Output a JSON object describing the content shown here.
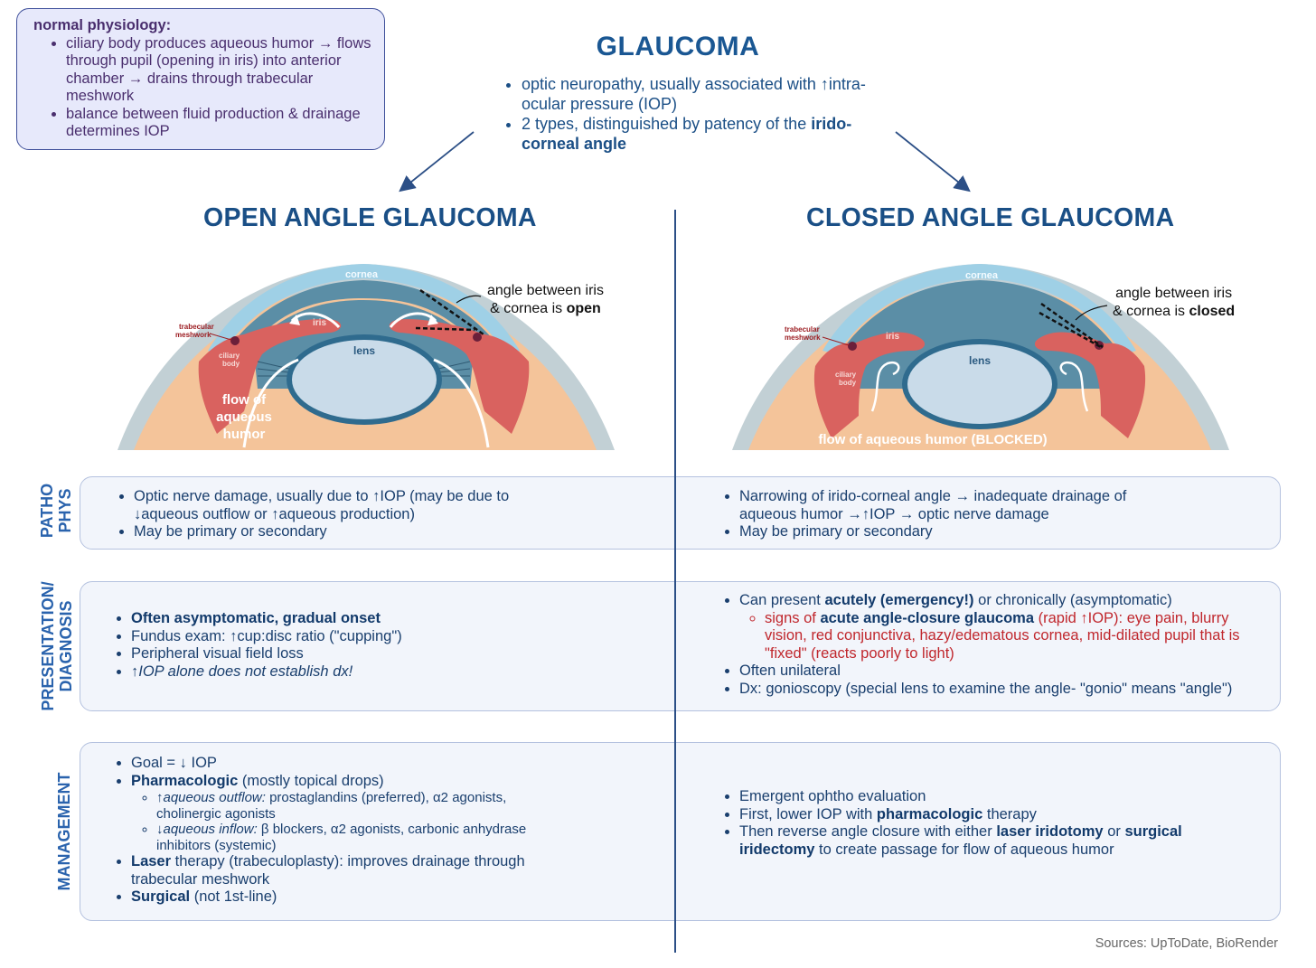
{
  "normal_physiology": {
    "title": "normal physiology:",
    "items": [
      "ciliary body produces aqueous humor → flows through pupil (opening in iris) into anterior chamber → drains through trabecular meshwork",
      "balance between fluid production & drainage determines IOP"
    ]
  },
  "header": {
    "title": "GLAUCOMA",
    "item1": "optic neuropathy, usually associated with ↑intra-ocular pressure (IOP)",
    "item2_prefix": "2 types, distinguished by patency of the ",
    "item2_bold": "irido-corneal angle"
  },
  "open": {
    "title": "OPEN ANGLE GLAUCOMA",
    "diagram": {
      "cornea": "cornea",
      "iris": "iris",
      "lens": "lens",
      "trabecular1": "trabecular",
      "trabecular2": "meshwork",
      "ciliary1": "ciliary",
      "ciliary2": "body",
      "flow1": "flow of",
      "flow2": "aqueous",
      "flow3": "humor",
      "angle_line1": "angle between iris",
      "angle_line2_prefix": "& cornea is ",
      "angle_line2_bold": "open"
    },
    "pathophys": [
      "Optic nerve damage, usually due to ↑IOP (may be due to ↓aqueous outflow or ↑aqueous production)",
      "May be primary or secondary"
    ],
    "presentation": {
      "item1": "Often asymptomatic, gradual onset",
      "item2": "Fundus exam: ↑cup:disc ratio (\"cupping\")",
      "item3": "Peripheral visual field loss",
      "item4": "↑IOP alone does not establish dx!"
    },
    "management": {
      "goal": "Goal = ↓ IOP",
      "pharm_bold": "Pharmacologic",
      "pharm_rest": " (mostly topical drops)",
      "sub1_italic": "↑aqueous outflow:",
      "sub1_rest": " prostaglandins (preferred), α2 agonists, cholinergic agonists",
      "sub2_italic": "↓aqueous inflow:",
      "sub2_rest": " β blockers, α2 agonists, carbonic anhydrase inhibitors (systemic)",
      "laser_bold": "Laser",
      "laser_rest": " therapy (trabeculoplasty): improves drainage through trabecular meshwork",
      "surgical_bold": "Surgical",
      "surgical_rest": " (not 1st-line)"
    }
  },
  "closed": {
    "title": "CLOSED ANGLE GLAUCOMA",
    "diagram": {
      "cornea": "cornea",
      "iris": "iris",
      "lens": "lens",
      "trabecular1": "trabecular",
      "trabecular2": "meshwork",
      "ciliary1": "ciliary",
      "ciliary2": "body",
      "flow": "flow of aqueous humor (BLOCKED)",
      "angle_line1": "angle between iris",
      "angle_line2_prefix": "& cornea is ",
      "angle_line2_bold": "closed"
    },
    "pathophys": [
      "Narrowing of irido-corneal angle → inadequate drainage of aqueous humor →↑IOP → optic nerve damage",
      "May be primary or secondary"
    ],
    "presentation": {
      "item1_prefix": "Can present ",
      "item1_bold": "acutely (emergency!)",
      "item1_rest": " or chronically (asymptomatic)",
      "sub_prefix": "signs of ",
      "sub_bold": "acute angle-closure glaucoma",
      "sub_rest": " (rapid ↑IOP): eye pain, blurry vision, red conjunctiva, hazy/edematous cornea, mid-dilated pupil that is \"fixed\" (reacts poorly to light)",
      "item2": "Often unilateral",
      "item3": "Dx: gonioscopy (special lens to examine the angle- \"gonio\" means \"angle\")"
    },
    "management": {
      "item1": "Emergent ophtho evaluation",
      "item2_prefix": "First, lower IOP with ",
      "item2_bold": "pharmacologic",
      "item2_rest": " therapy",
      "item3_prefix": "Then reverse angle closure with either ",
      "item3_bold1": "laser iridotomy",
      "item3_mid": " or ",
      "item3_bold2": "surgical iridectomy",
      "item3_rest": " to create passage for flow of aqueous humor"
    }
  },
  "row_labels": {
    "patho1": "PATHO",
    "patho2": "PHYS",
    "pres1": "PRESENTATION/",
    "pres2": "DIAGNOSIS",
    "mgmt": "MANAGEMENT"
  },
  "sources": "Sources: UpToDate, BioRender",
  "colors": {
    "title_blue": "#1a5793",
    "iris_red": "#d9625f",
    "cornea_blue": "#9fd0e6",
    "chamber_blue": "#5b8ea6",
    "lens_blue": "#c9dbe9",
    "sclera_peach": "#f4c49a",
    "accent_red": "#c0272d"
  }
}
